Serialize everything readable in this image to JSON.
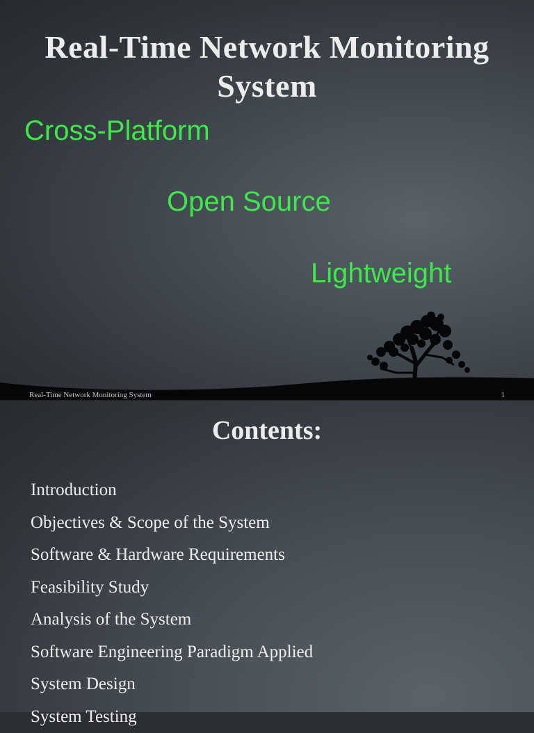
{
  "slide1": {
    "title_line1": "Real-Time Network Monitoring",
    "title_line2": "System",
    "keywords": [
      "Cross-Platform",
      "Open Source",
      "Lightweight"
    ],
    "footer_text": "Real-Time Network Monitoring System",
    "page_number": "1"
  },
  "slide2": {
    "title": "Contents:",
    "items": [
      "Introduction",
      "Objectives & Scope of the System",
      "Software & Hardware Requirements",
      "Feasibility Study",
      "Analysis of the System",
      "Software Engineering Paradigm Applied",
      "System Design",
      "System Testing"
    ]
  },
  "colors": {
    "keyword_green": "#3ee84a",
    "title_text": "#ececec",
    "background_dark": "#2b2f33"
  },
  "icons": {
    "scene": "tree-silhouette-icon"
  }
}
